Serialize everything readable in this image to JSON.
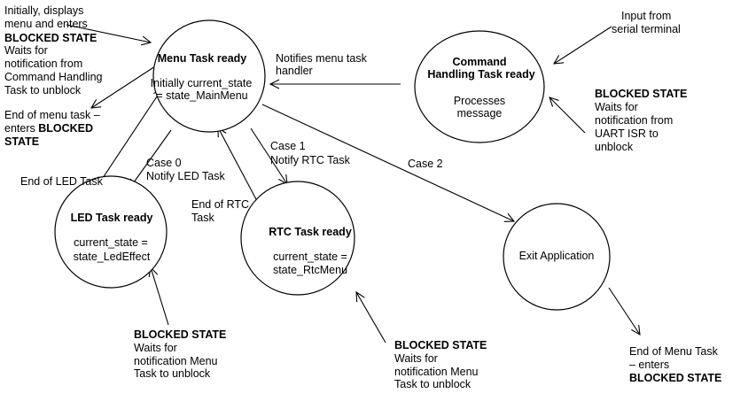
{
  "nodes": {
    "menu": {
      "title": "Menu Task ready",
      "lines": [
        "Initially current_state",
        "= state_MainMenu"
      ]
    },
    "command": {
      "title_lines": [
        "Command",
        "Handling Task ready"
      ],
      "lines": [
        "Processes",
        "message"
      ]
    },
    "led": {
      "title": "LED Task ready",
      "lines": [
        "current_state =",
        "state_LedEffect"
      ]
    },
    "rtc": {
      "title": "RTC Task ready",
      "lines": [
        "current_state =",
        "state_RtcMenu"
      ]
    },
    "exit": {
      "title": "Exit Application"
    }
  },
  "annotations": {
    "menu_initial": [
      "Initially, displays",
      "menu and enters"
    ],
    "menu_initial_bold": "BLOCKED STATE",
    "menu_initial_tail": [
      "Waits for",
      "notification from",
      "Command Handling",
      "Task to unblock"
    ],
    "menu_end": [
      "End of menu task –",
      "enters"
    ],
    "menu_end_bold_inline": "BLOCKED",
    "menu_end_bold": "STATE",
    "input": [
      "Input from",
      "serial terminal"
    ],
    "notifies": [
      "Notifies menu task",
      "handler"
    ],
    "cmd_blocked_bold": "BLOCKED STATE",
    "cmd_blocked": [
      "Waits for",
      "notification from",
      "UART ISR to",
      "unblock"
    ],
    "case0": [
      "Case 0",
      "Notify LED Task"
    ],
    "case1": [
      "Case 1",
      "Notify RTC Task"
    ],
    "case2": "Case 2",
    "end_led": "End of LED Task",
    "end_rtc": [
      "End of RTC",
      "Task"
    ],
    "led_blocked_bold": "BLOCKED STATE",
    "led_blocked": [
      "Waits for",
      "notification Menu",
      "Task to unblock"
    ],
    "rtc_blocked_bold": "BLOCKED STATE",
    "rtc_blocked": [
      "Waits for",
      "notification Menu",
      "Task to unblock"
    ],
    "exit_end": [
      "End of Menu Task",
      "– enters"
    ],
    "exit_end_bold": "BLOCKED STATE"
  }
}
